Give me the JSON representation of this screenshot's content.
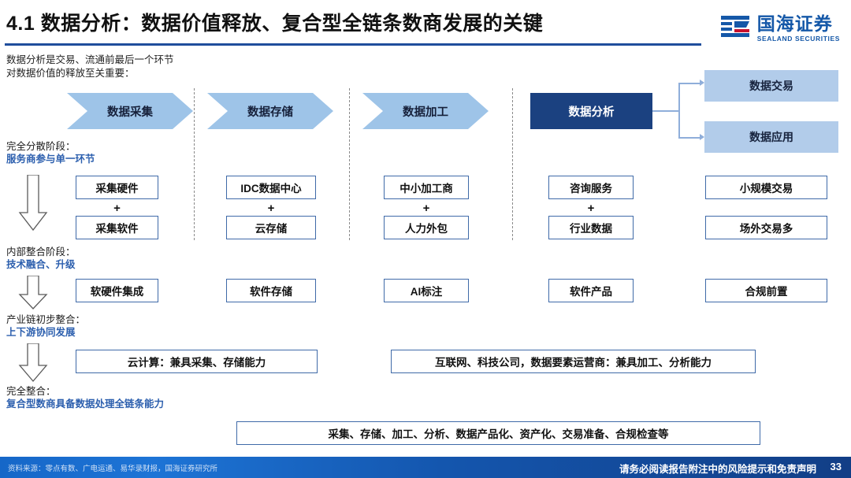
{
  "header": {
    "title": "4.1 数据分析：数据价值释放、复合型全链条数商发展的关键",
    "logo_cn": "国海证券",
    "logo_en": "SEALAND SECURITIES"
  },
  "intro": {
    "line1": "数据分析是交易、流通前最后一个环节",
    "line2": "对数据价值的释放至关重要："
  },
  "flow": {
    "chevrons": [
      {
        "label": "数据采集"
      },
      {
        "label": "数据存储"
      },
      {
        "label": "数据加工"
      }
    ],
    "highlight": {
      "label": "数据分析"
    },
    "outputs": [
      {
        "label": "数据交易"
      },
      {
        "label": "数据应用"
      }
    ]
  },
  "stages": [
    {
      "title": "完全分散阶段：",
      "subtitle": "服务商参与单一环节"
    },
    {
      "title": "内部整合阶段：",
      "subtitle": "技术融合、升级"
    },
    {
      "title": "产业链初步整合：",
      "subtitle": "上下游协同发展"
    },
    {
      "title": "完全整合：",
      "subtitle": "复合型数商具备数据处理全链条能力"
    }
  ],
  "row_scatter": {
    "columns": [
      {
        "top": "采集硬件",
        "plus": "+",
        "bottom": "采集软件"
      },
      {
        "top": "IDC数据中心",
        "plus": "+",
        "bottom": "云存储"
      },
      {
        "top": "中小加工商",
        "plus": "+",
        "bottom": "人力外包"
      },
      {
        "top": "咨询服务",
        "plus": "+",
        "bottom": "行业数据"
      },
      {
        "top": "小规模交易",
        "plus": "",
        "bottom": "场外交易多"
      }
    ]
  },
  "row_internal": {
    "items": [
      "软硬件集成",
      "软件存储",
      "AI标注",
      "软件产品",
      "合规前置"
    ]
  },
  "row_chain": {
    "items": [
      "云计算：兼具采集、存储能力",
      "互联网、科技公司，数据要素运营商：兼具加工、分析能力"
    ]
  },
  "row_full": {
    "item": "采集、存储、加工、分析、数据产品化、资产化、交易准备、合规检查等"
  },
  "footer": {
    "source": "资料来源：零点有数、广电运通、易华录财报，国海证券研究所",
    "disclaimer": "请务必阅读报告附注中的风险提示和免责声明",
    "page": "33"
  },
  "colors": {
    "accent_blue": "#1F4E9C",
    "chevron_fill": "#9EC4E8",
    "highlight_fill": "#1B4180",
    "light_box_fill": "#B2CCEA",
    "box_border": "#3F6AA8",
    "label_blue": "#2C5FAE"
  }
}
